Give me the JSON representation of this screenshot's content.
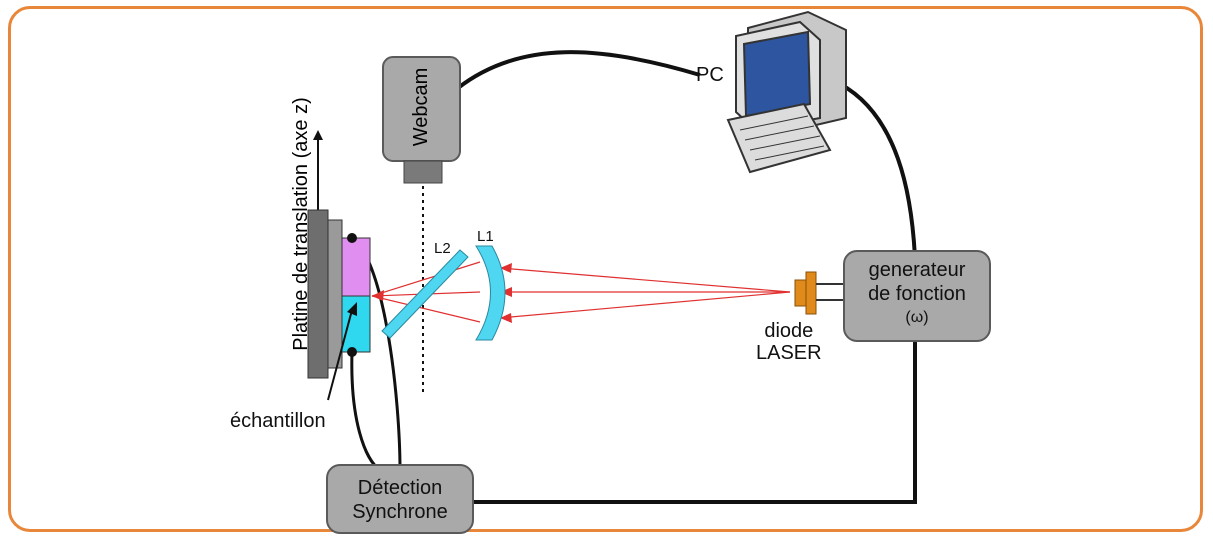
{
  "diagram": {
    "webcam": "Webcam",
    "pc": "PC",
    "platine": "Platine de translation (axe z)",
    "lens_l2": "L2",
    "lens_l1": "L1",
    "generator_line1": "generateur",
    "generator_line2": "de fonction",
    "generator_line3": "(ω)",
    "laser_line1": "diode",
    "laser_line2": "LASER",
    "sample": "échantillon",
    "detection_line1": "Détection",
    "detection_line2": "Synchrone"
  },
  "colors": {
    "frame": "#e8873a",
    "box_fill": "#a9a9a9",
    "beam": "#e03030",
    "lens": "#4fd6f0",
    "sample_top": "#e08ef0",
    "sample_bottom": "#2fd8ee",
    "laser": "#e08a1c"
  }
}
